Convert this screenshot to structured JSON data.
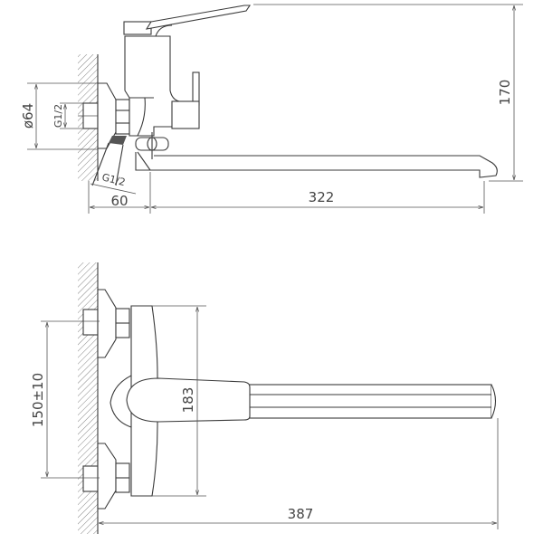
{
  "dimensions": {
    "top_view": {
      "diameter": "ø64",
      "thread_inlet": "G1/2",
      "thread_eccentric": "G1/2",
      "eccentric_offset": "60",
      "spout_reach": "322",
      "height": "170"
    },
    "front_view": {
      "inlet_spacing": "150±10",
      "body_height": "183",
      "total_length": "387"
    }
  },
  "colors": {
    "line": "#3a3a3a",
    "background": "#ffffff"
  }
}
